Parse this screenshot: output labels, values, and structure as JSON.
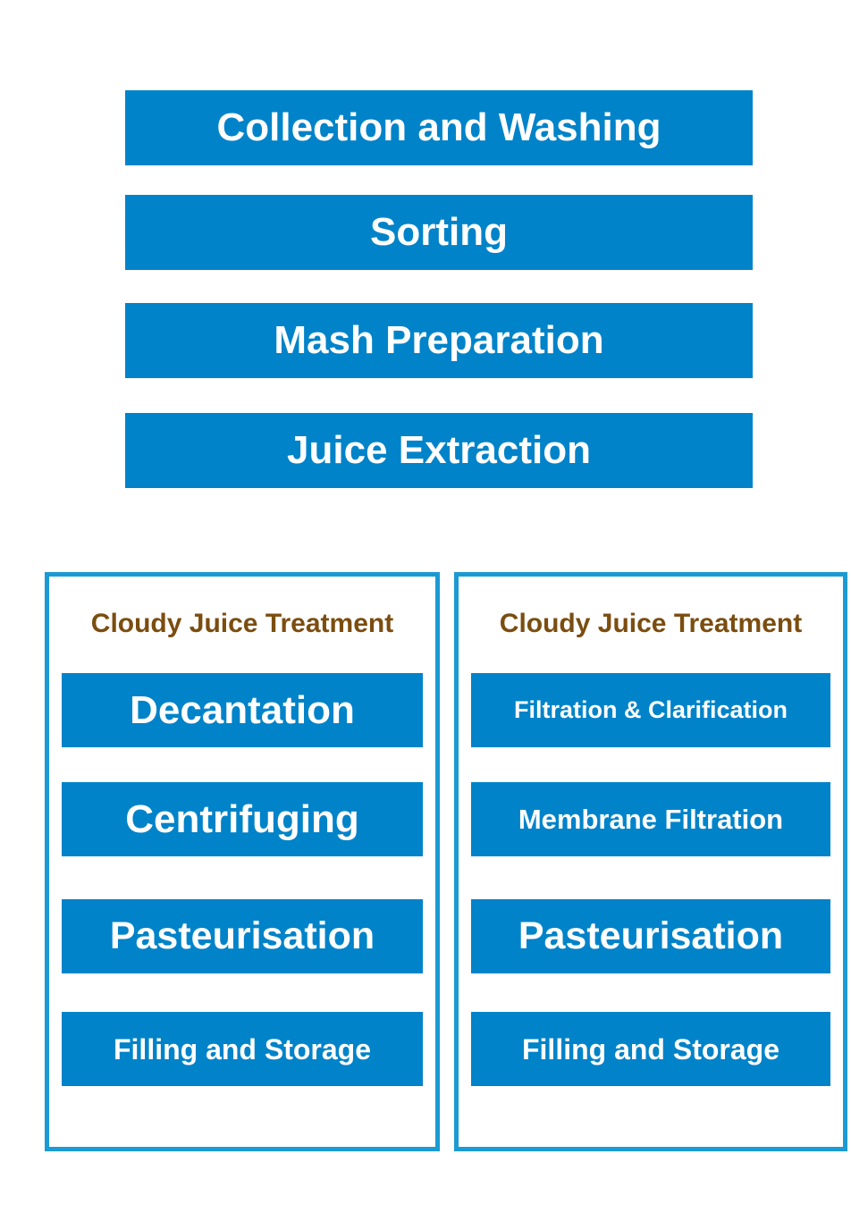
{
  "diagram": {
    "subject": "juice-production-process-flow",
    "colors": {
      "step_box_blue": "#0083c9",
      "panel_border_blue": "#1b9ad3",
      "panel_title_brown": "#7b4d0f",
      "step_text_white": "#ffffff",
      "background": "#ffffff"
    },
    "top_steps": [
      "Collection and Washing",
      "Sorting",
      "Mash Preparation",
      "Juice Extraction"
    ],
    "panels": [
      {
        "title": "Cloudy Juice Treatment",
        "steps": [
          "Decantation",
          "Centrifuging",
          "Pasteurisation",
          "Filling and Storage"
        ]
      },
      {
        "title": "Cloudy Juice Treatment",
        "steps": [
          "Filtration & Clarification",
          "Membrane Filtration",
          "Pasteurisation",
          "Filling and Storage"
        ]
      }
    ]
  }
}
